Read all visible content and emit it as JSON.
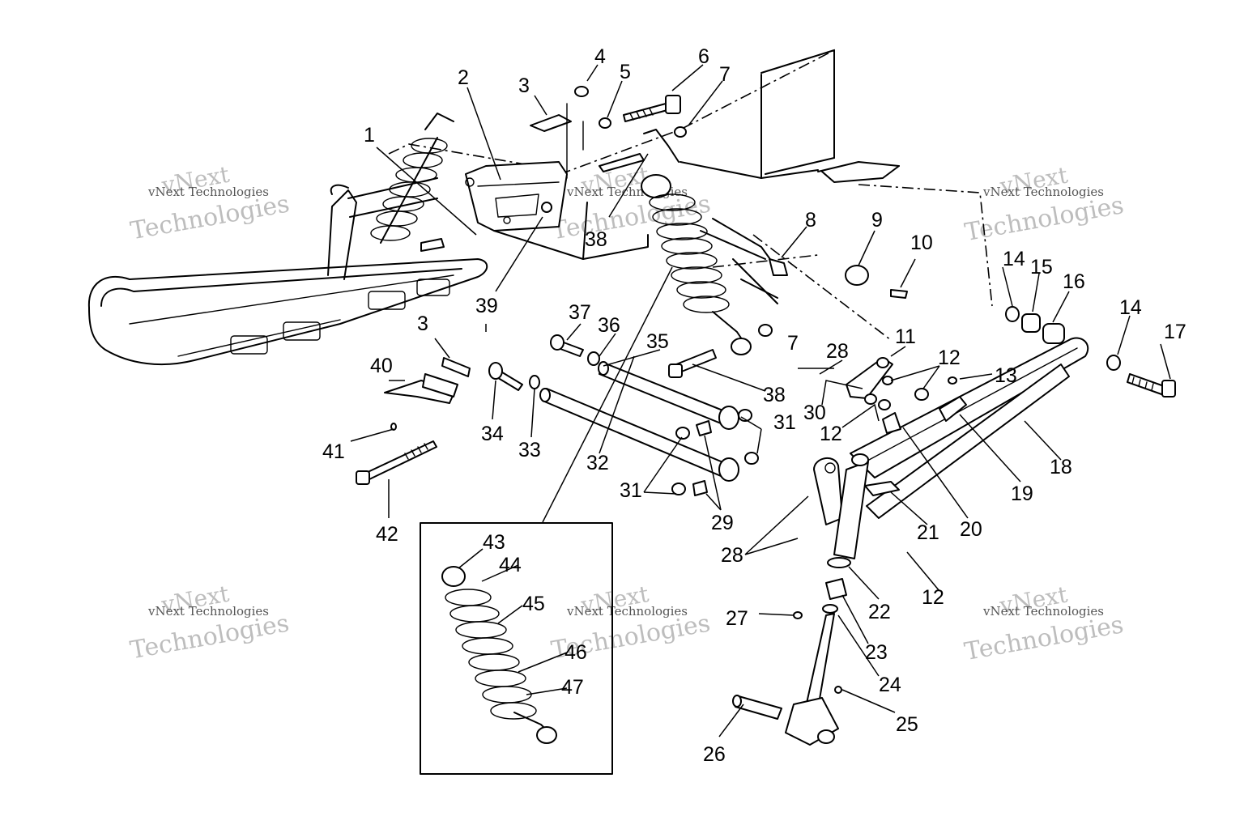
{
  "watermark": {
    "line1": "vNext",
    "line2": "Technologies",
    "caption": "vNext Technologies"
  },
  "callouts": [
    "1",
    "2",
    "3",
    "3",
    "4",
    "5",
    "6",
    "7",
    "7",
    "8",
    "9",
    "10",
    "11",
    "12",
    "12",
    "12",
    "12",
    "13",
    "14",
    "14",
    "15",
    "16",
    "17",
    "18",
    "19",
    "20",
    "21",
    "22",
    "23",
    "24",
    "25",
    "26",
    "27",
    "28",
    "28",
    "29",
    "30",
    "31",
    "31",
    "32",
    "33",
    "34",
    "35",
    "36",
    "37",
    "38",
    "38",
    "39",
    "40",
    "41",
    "42",
    "43",
    "44",
    "45",
    "46",
    "47"
  ]
}
